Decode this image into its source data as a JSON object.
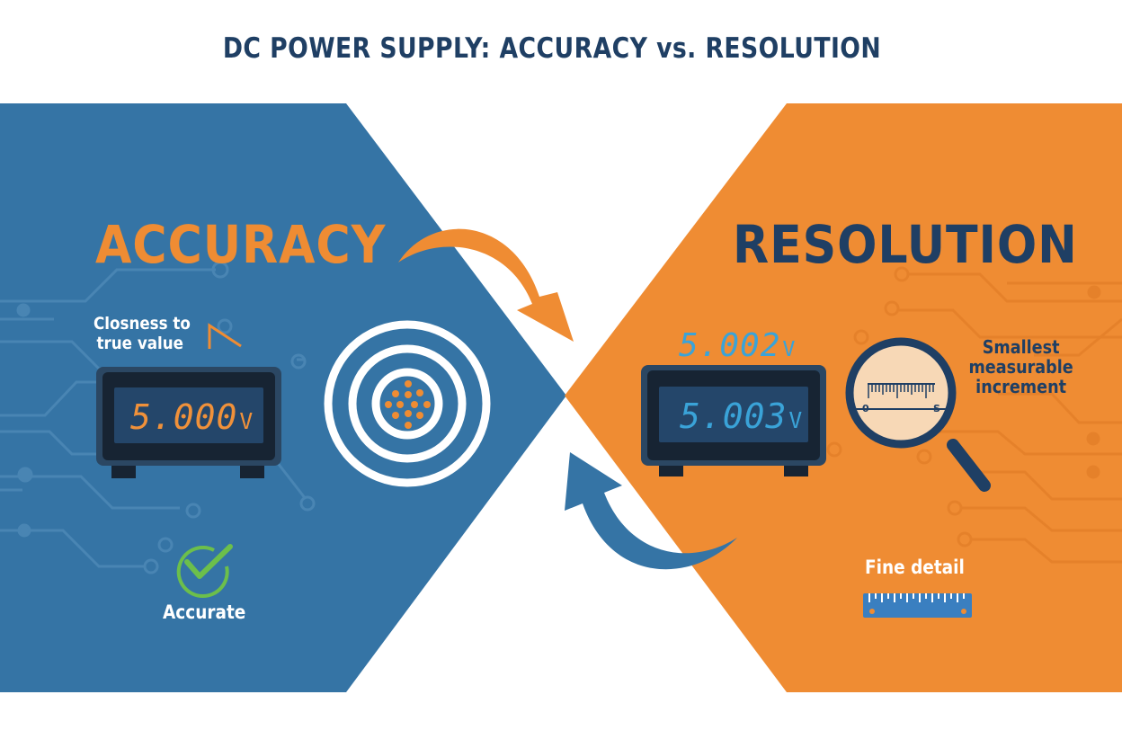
{
  "title": "DC POWER SUPPLY: ACCURACY vs. RESOLUTION",
  "colors": {
    "blue_panel": "#3574a5",
    "orange_panel": "#ef8c33",
    "navy_text": "#1f3f64",
    "meter_body": "#1c2b3d",
    "meter_screen": "#1f4464",
    "lcd_orange": "#f0913a",
    "lcd_blue": "#3aa3d8",
    "check_green": "#6cbf4b",
    "white": "#ffffff"
  },
  "accuracy": {
    "heading": "ACCURACY",
    "caption_line1": "Closness to",
    "caption_line2": "true value",
    "meter_reading": "5.000",
    "meter_unit": "V",
    "target_icon": "bullseye-target-icon",
    "status_icon": "check-circle-icon",
    "status_label": "Accurate"
  },
  "resolution": {
    "heading": "RESOLUTION",
    "floating_reading": "5.002",
    "floating_unit": "V",
    "meter_reading": "5.003",
    "meter_unit": "V",
    "magnifier_icon": "magnifying-glass-ruler-icon",
    "ruler_start": "0",
    "ruler_end": "S",
    "caption_line1": "Smallest",
    "caption_line2": "measurable",
    "caption_line3": "increment",
    "detail_label": "Fine detail",
    "detail_icon": "ruler-icon"
  },
  "arrows": {
    "top": "orange-curved-arrow-right",
    "bottom": "blue-curved-arrow-left"
  }
}
